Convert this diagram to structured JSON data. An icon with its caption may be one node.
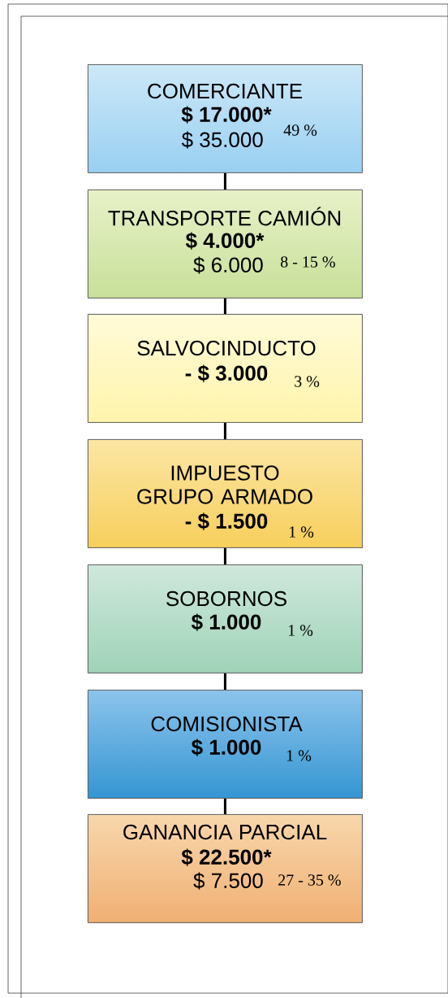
{
  "diagram": {
    "nodes": [
      {
        "text": [
          "COMERCIANTE",
          "$ 17.000*",
          "$ 35.000",
          "49 %"
        ]
      },
      {
        "text": [
          "TRANSPORTE CAMIÓN",
          "$ 4.000*",
          "$ 6.000",
          "8 - 15 %"
        ]
      },
      {
        "text": [
          "SALVOCINDUCTO",
          "- $ 3.000",
          "3 %"
        ]
      },
      {
        "text": [
          "IMPUESTO GRUPO ARMADO",
          "- $ 1.500",
          "1 %"
        ]
      },
      {
        "text": [
          "SOBORNOS",
          "$ 1.000",
          "1 %"
        ]
      },
      {
        "text": [
          "COMISIONISTA",
          "$ 1.000",
          "1 %"
        ]
      },
      {
        "text": [
          "GANANCIA PARCIAL",
          "$ 22.500*",
          "$ 7.500",
          "27 - 35 %"
        ]
      }
    ],
    "edges": [
      {
        "from": 0,
        "to": 1,
        "arrow": "none"
      },
      {
        "from": 1,
        "to": 2,
        "arrow": "none"
      },
      {
        "from": 2,
        "to": 3,
        "arrow": "none"
      },
      {
        "from": 3,
        "to": 4,
        "arrow": "none"
      },
      {
        "from": 4,
        "to": 5,
        "arrow": "none"
      },
      {
        "from": 5,
        "to": 6,
        "arrow": "none"
      }
    ]
  }
}
